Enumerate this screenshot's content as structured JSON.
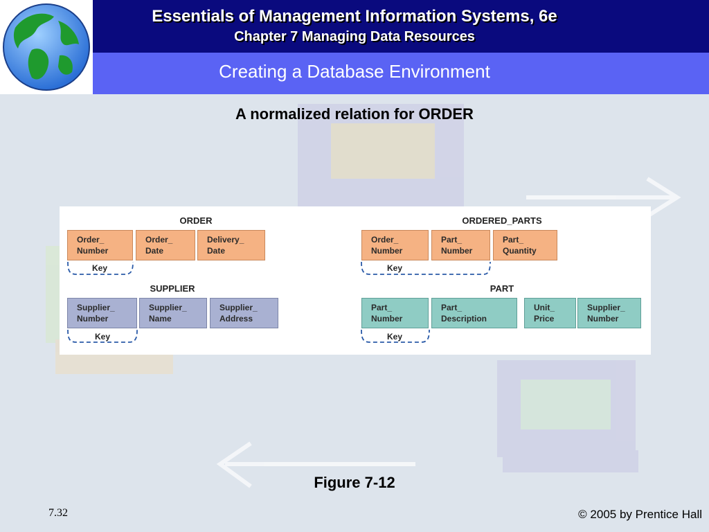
{
  "header": {
    "book_title": "Essentials of Management Information Systems, 6e",
    "chapter_title": "Chapter 7 Managing Data Resources",
    "slide_title": "Creating a Database Environment",
    "logo_icon": "globe-icon"
  },
  "subtitle": "A normalized relation for ORDER",
  "figure": {
    "colors": {
      "order": "#f5b283",
      "supplier": "#a9b1d2",
      "part": "#8fccc4"
    },
    "relations": {
      "order": {
        "title": "ORDER",
        "fields": [
          "Order_\nNumber",
          "Order_\nDate",
          "Delivery_\nDate"
        ],
        "key_label": "Key"
      },
      "ordered_parts": {
        "title": "ORDERED_PARTS",
        "fields": [
          "Order_\nNumber",
          "Part_\nNumber",
          "Part_\nQuantity"
        ],
        "key_label": "Key"
      },
      "supplier": {
        "title": "SUPPLIER",
        "fields": [
          "Supplier_\nNumber",
          "Supplier_\nName",
          "Supplier_\nAddress"
        ],
        "key_label": "Key"
      },
      "part": {
        "title": "PART",
        "fields": [
          "Part_\nNumber",
          "Part_\nDescription",
          "Unit_\nPrice",
          "Supplier_\nNumber"
        ],
        "key_label": "Key"
      }
    }
  },
  "caption": "Figure 7-12",
  "footer": {
    "page_number": "7.32",
    "copyright": "© 2005 by Prentice Hall"
  }
}
